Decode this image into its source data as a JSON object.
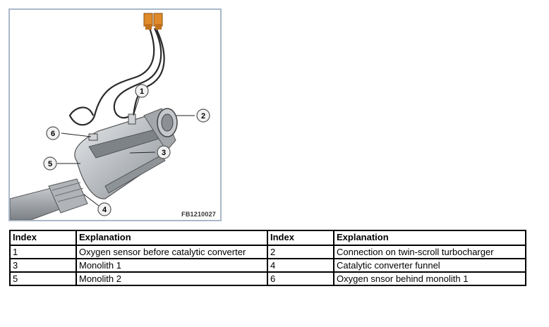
{
  "figure": {
    "code": "FB1210027",
    "callouts": [
      "1",
      "2",
      "3",
      "4",
      "5",
      "6"
    ]
  },
  "table": {
    "headers": [
      "Index",
      "Explanation",
      "Index",
      "Explanation"
    ],
    "rows": [
      [
        "1",
        "Oxygen sensor before catalytic converter",
        "2",
        "Connection on twin-scroll turbocharger"
      ],
      [
        "3",
        "Monolith 1",
        "4",
        "Catalytic converter funnel"
      ],
      [
        "5",
        "Monolith 2",
        "6",
        "Oxygen snsor behind monolith 1"
      ]
    ]
  }
}
